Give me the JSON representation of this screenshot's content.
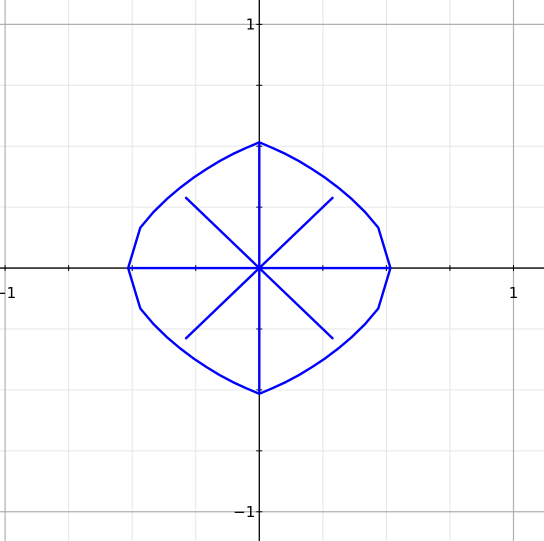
{
  "chart_data": {
    "type": "line",
    "title": "",
    "xlabel": "",
    "ylabel": "",
    "xlim": [
      -1.02,
      1.12
    ],
    "ylim": [
      -1.12,
      1.1
    ],
    "grid": true,
    "major_step": 1,
    "minor_step": 0.25,
    "x_ticks": [
      {
        "value": -1,
        "label": "−1"
      },
      {
        "value": 1,
        "label": "1"
      }
    ],
    "y_ticks": [
      {
        "value": 1,
        "label": "1"
      },
      {
        "value": -1,
        "label": "−1"
      }
    ],
    "series": [
      {
        "kind": "curve",
        "points": [
          [
            0,
            0.516
          ],
          [
            -0.052,
            0.493
          ],
          [
            -0.104,
            0.468
          ],
          [
            -0.156,
            0.439
          ],
          [
            -0.208,
            0.406
          ],
          [
            -0.26,
            0.37
          ],
          [
            -0.312,
            0.329
          ],
          [
            -0.364,
            0.283
          ],
          [
            -0.416,
            0.23
          ],
          [
            -0.468,
            0.166
          ],
          [
            -0.516,
            0
          ],
          [
            -0.468,
            -0.166
          ],
          [
            -0.416,
            -0.23
          ],
          [
            -0.364,
            -0.283
          ],
          [
            -0.312,
            -0.329
          ],
          [
            -0.26,
            -0.37
          ],
          [
            -0.208,
            -0.406
          ],
          [
            -0.156,
            -0.439
          ],
          [
            -0.104,
            -0.468
          ],
          [
            -0.052,
            -0.493
          ],
          [
            0,
            -0.516
          ],
          [
            0.052,
            -0.493
          ],
          [
            0.104,
            -0.468
          ],
          [
            0.156,
            -0.439
          ],
          [
            0.208,
            -0.406
          ],
          [
            0.26,
            -0.37
          ],
          [
            0.312,
            -0.329
          ],
          [
            0.364,
            -0.283
          ],
          [
            0.416,
            -0.23
          ],
          [
            0.468,
            -0.166
          ],
          [
            0.516,
            0
          ],
          [
            0.468,
            0.166
          ],
          [
            0.416,
            0.23
          ],
          [
            0.364,
            0.283
          ],
          [
            0.312,
            0.329
          ],
          [
            0.26,
            0.37
          ],
          [
            0.208,
            0.406
          ],
          [
            0.156,
            0.439
          ],
          [
            0.104,
            0.468
          ],
          [
            0.052,
            0.493
          ],
          [
            0,
            0.516
          ]
        ]
      },
      {
        "kind": "segment",
        "points": [
          [
            -0.516,
            0
          ],
          [
            0.516,
            0
          ]
        ]
      },
      {
        "kind": "segment",
        "points": [
          [
            0,
            0.516
          ],
          [
            0,
            -0.516
          ]
        ]
      },
      {
        "kind": "segment",
        "points": [
          [
            -0.288,
            0.288
          ],
          [
            0.288,
            -0.288
          ]
        ]
      },
      {
        "kind": "segment",
        "points": [
          [
            -0.288,
            -0.288
          ],
          [
            0.288,
            0.288
          ]
        ]
      }
    ],
    "colors": {
      "curve": "#0000ff",
      "axis": "#000000",
      "major_grid": "#b0b0b0",
      "minor_grid": "#e6e6e6"
    }
  }
}
